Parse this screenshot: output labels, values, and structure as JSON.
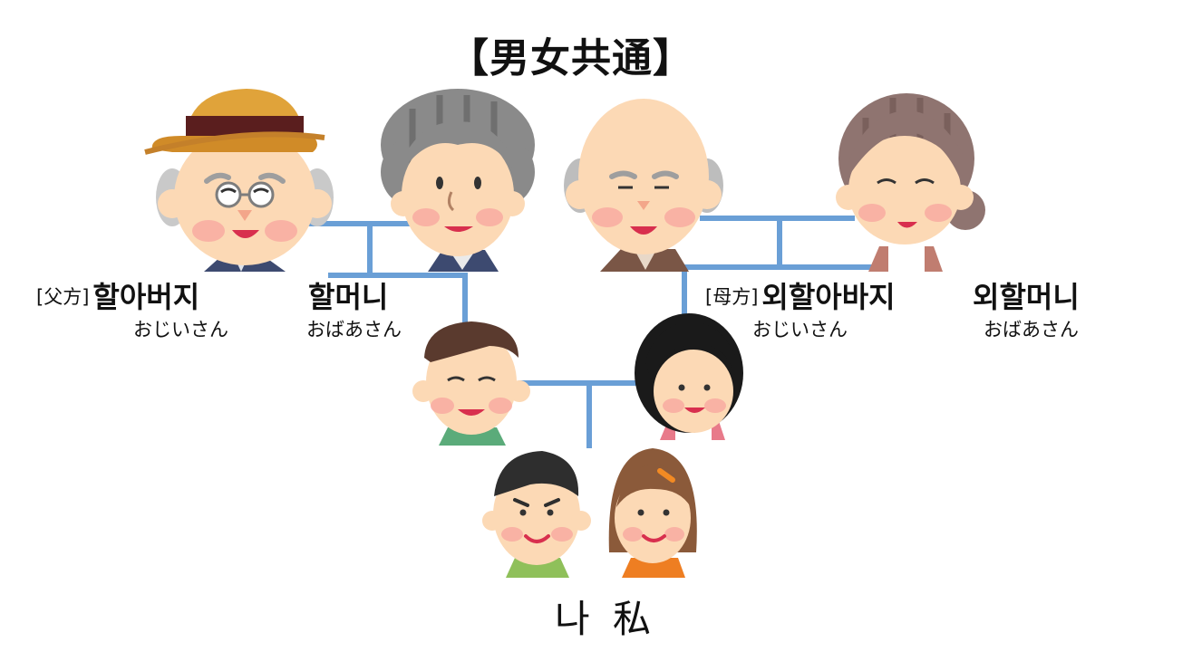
{
  "title": "【男女共通】",
  "colors": {
    "line": "#6a9fd6",
    "skin": "#fcd9b5",
    "cheek": "#f7a7a0",
    "mouth": "#d82f4e"
  },
  "people": {
    "paternal_grandfather": {
      "side": "[父方]",
      "korean": "할아버지",
      "japanese": "おじいさん"
    },
    "paternal_grandmother": {
      "korean": "할머니",
      "japanese": "おばあさん"
    },
    "maternal_grandfather": {
      "side": "[母方]",
      "korean": "외할아바지",
      "japanese": "おじいさん"
    },
    "maternal_grandmother": {
      "korean": "외할머니",
      "japanese": "おばあさん"
    },
    "me": {
      "label": "나 私"
    }
  },
  "icons": [
    "grandpa-with-hat-icon",
    "grandma-icon",
    "bald-grandpa-icon",
    "grandma-icon",
    "father-icon",
    "mother-icon",
    "boy-icon",
    "girl-icon"
  ]
}
